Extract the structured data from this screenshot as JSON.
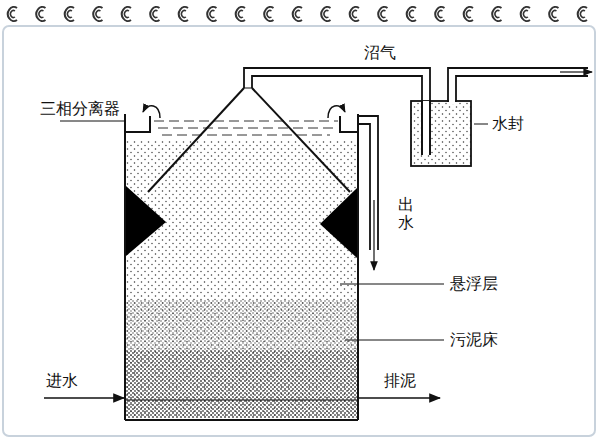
{
  "diagram": {
    "labels": [
      "三相分离器",
      "沼气",
      "水封",
      "出水",
      "悬浮层",
      "污泥床",
      "进水",
      "排泥"
    ]
  }
}
